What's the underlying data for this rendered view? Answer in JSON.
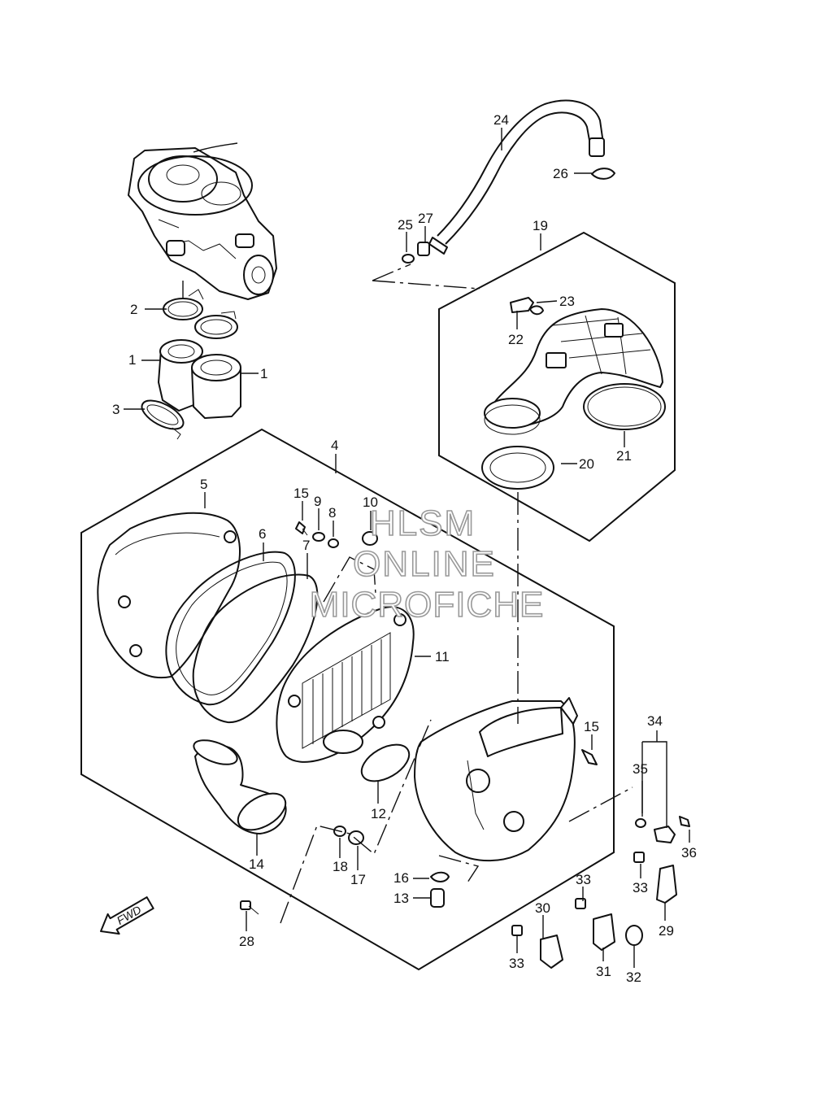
{
  "watermark": {
    "line1": "HLSM",
    "line2": "ONLINE",
    "line3": "MICROFICHE"
  },
  "fwd_label": "FWD",
  "callouts": {
    "c1a": "1",
    "c1b": "1",
    "c2": "2",
    "c3": "3",
    "c4": "4",
    "c5": "5",
    "c6": "6",
    "c7": "7",
    "c8": "8",
    "c9": "9",
    "c10": "10",
    "c11": "11",
    "c12": "12",
    "c13": "13",
    "c14": "14",
    "c15a": "15",
    "c15b": "15",
    "c16": "16",
    "c17": "17",
    "c18": "18",
    "c19": "19",
    "c20": "20",
    "c21": "21",
    "c22": "22",
    "c23": "23",
    "c24": "24",
    "c25": "25",
    "c26": "26",
    "c27": "27",
    "c28": "28",
    "c29": "29",
    "c30": "30",
    "c31": "31",
    "c32": "32",
    "c33a": "33",
    "c33b": "33",
    "c33c": "33",
    "c34": "34",
    "c35": "35",
    "c36": "36"
  }
}
